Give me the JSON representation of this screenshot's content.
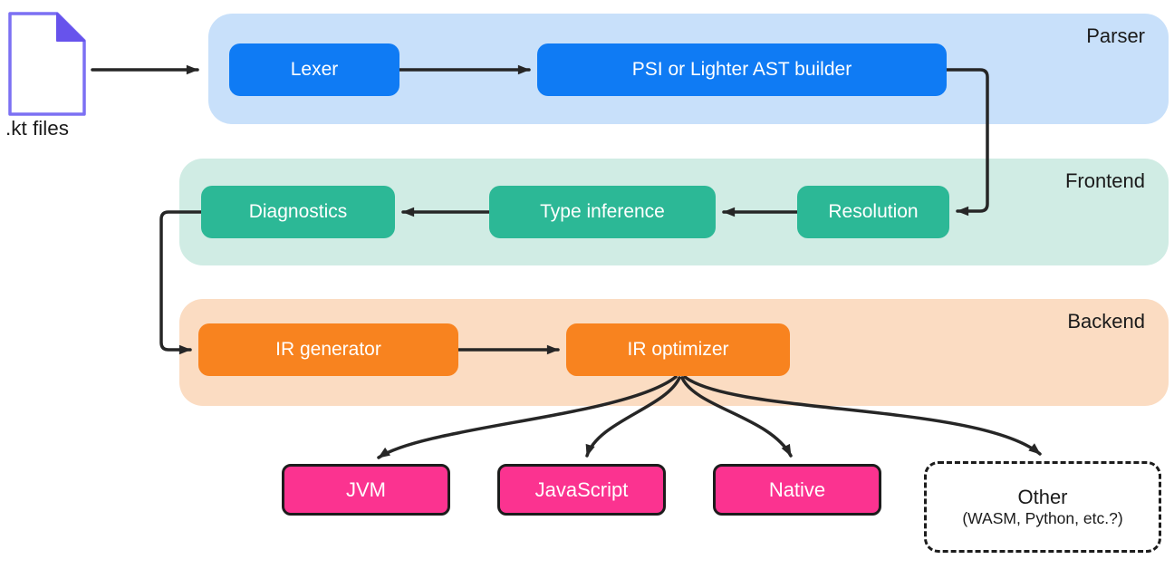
{
  "source": {
    "label": ".kt files",
    "icon": "kt-file-icon"
  },
  "parser": {
    "label": "Parser",
    "lexer": "Lexer",
    "ast_builder": "PSI or Lighter AST builder"
  },
  "frontend": {
    "label": "Frontend",
    "diagnostics": "Diagnostics",
    "type_inference": "Type inference",
    "resolution": "Resolution"
  },
  "backend": {
    "label": "Backend",
    "ir_generator": "IR generator",
    "ir_optimizer": "IR optimizer"
  },
  "targets": {
    "jvm": "JVM",
    "javascript": "JavaScript",
    "native": "Native",
    "other": "Other",
    "other_note": "(WASM, Python, etc.?)"
  },
  "colors": {
    "parser_band": "#C8E0FA",
    "parser_box": "#0F7BF4",
    "frontend_band": "#D0ECE4",
    "frontend_box": "#2CB896",
    "backend_band": "#FBDCC2",
    "backend_box": "#F8831F",
    "target_box": "#FB3390",
    "target_border": "#1c1c1c",
    "arrow": "#262626",
    "file_icon_outline": "#7C70F3",
    "file_icon_fold": "#6753EC",
    "label_text": "#1b1b1b"
  }
}
